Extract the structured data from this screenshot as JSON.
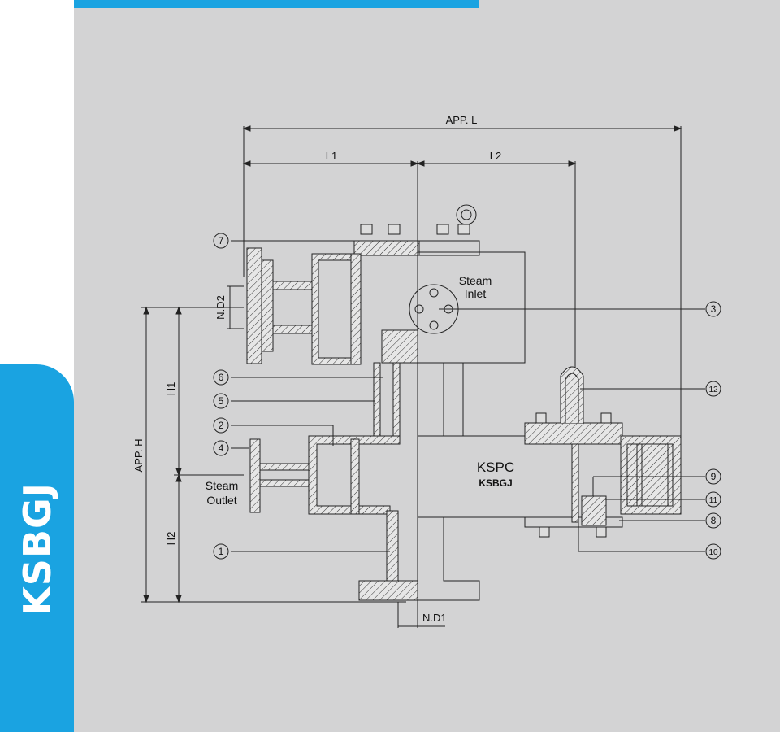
{
  "sidebar": {
    "label": "KSBGJ"
  },
  "dimensions": {
    "app_l": "APP. L",
    "l1": "L1",
    "l2": "L2",
    "nd1": "N.D1",
    "nd2": "N.D2",
    "h1": "H1",
    "h2": "H2",
    "app_h": "APP. H"
  },
  "labels": {
    "steam_inlet_1": "Steam",
    "steam_inlet_2": "Inlet",
    "steam_outlet_1": "Steam",
    "steam_outlet_2": "Outlet",
    "brand": "KSPC",
    "model": "KSBGJ"
  },
  "callouts": [
    "1",
    "2",
    "3",
    "4",
    "5",
    "6",
    "7",
    "8",
    "9",
    "10",
    "11",
    "12"
  ],
  "colors": {
    "accent": "#1aa3e1",
    "background": "#d3d3d4",
    "line": "#222222"
  }
}
